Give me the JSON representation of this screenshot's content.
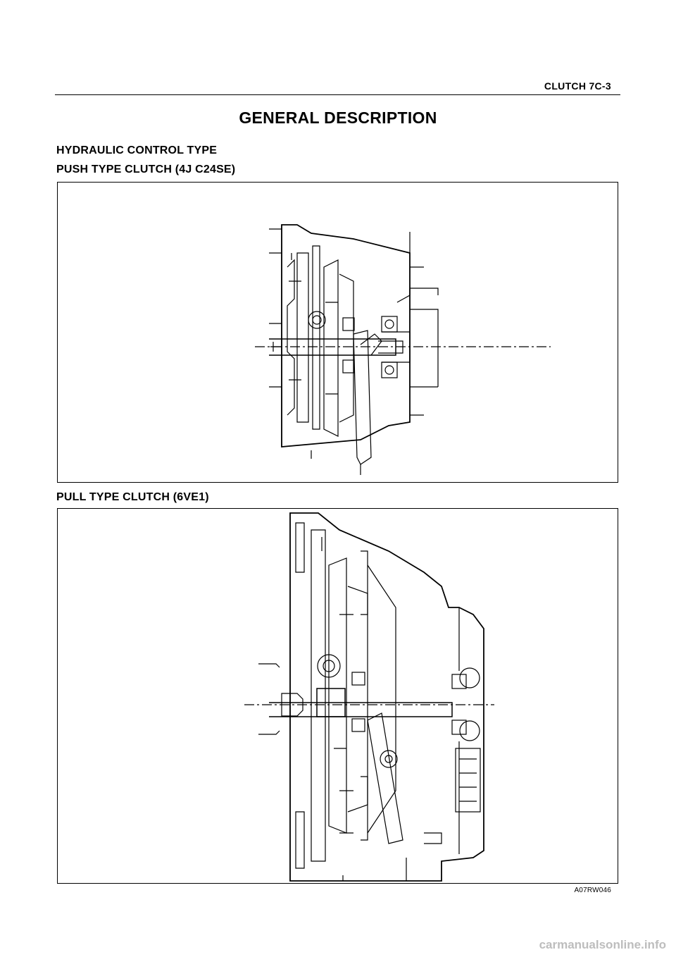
{
  "header": {
    "page_title": "CLUTCH  7C-3"
  },
  "main_title": "GENERAL DESCRIPTION",
  "sections": [
    {
      "label": "HYDRAULIC CONTROL TYPE"
    },
    {
      "label": "PUSH TYPE CLUTCH (4J C24SE)"
    },
    {
      "label": "PULL TYPE CLUTCH (6VE1)"
    }
  ],
  "figure_code": "A07RW046",
  "watermark": "carmanualsonline.info"
}
